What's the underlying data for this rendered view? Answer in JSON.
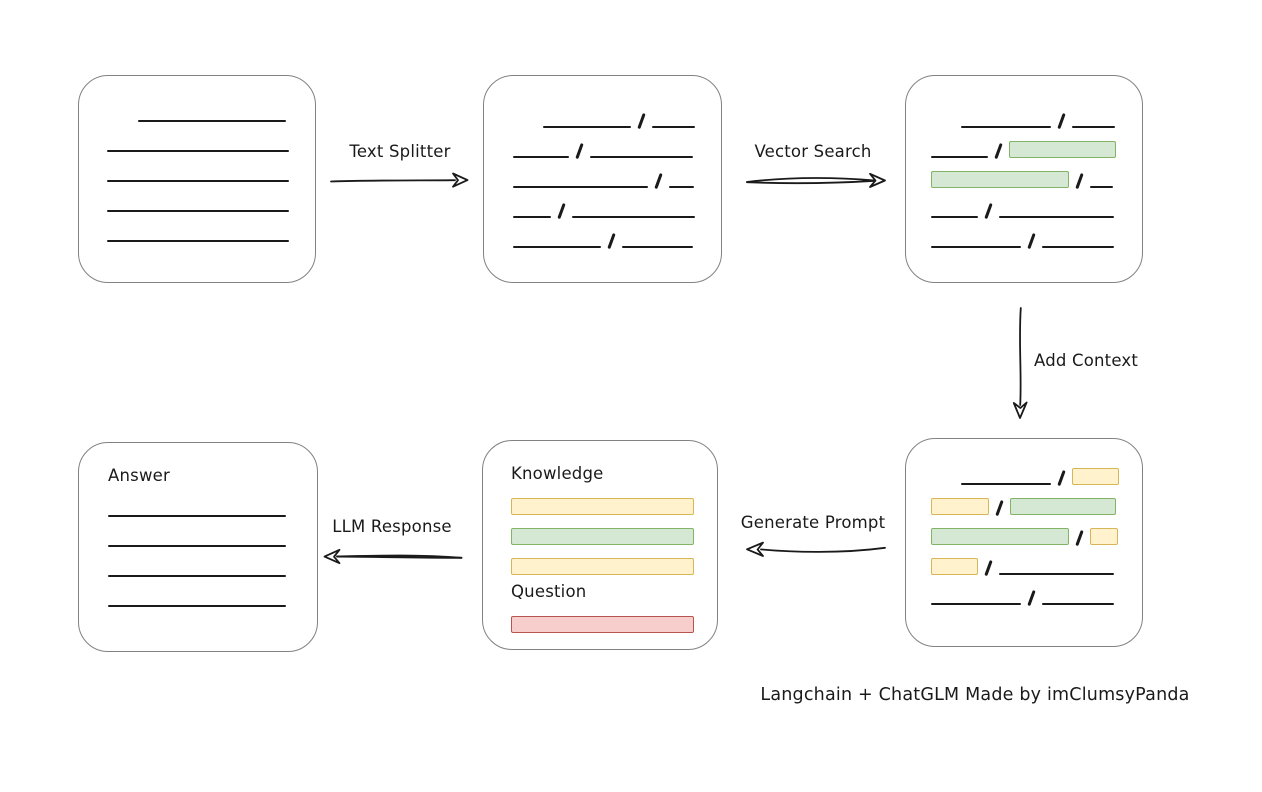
{
  "diagram": {
    "caption": "Langchain + ChatGLM Made by imClumsyPanda",
    "arrows": {
      "text_splitter": "Text Splitter",
      "vector_search": "Vector Search",
      "add_context": "Add Context",
      "generate_prompt": "Generate Prompt",
      "llm_response": "LLM Response"
    },
    "colors": {
      "line": "#1a1a1a",
      "box_border": "#828282",
      "green_fill": "#d5e8d4",
      "green_border": "#82b366",
      "yellow_fill": "#fff2cc",
      "yellow_border": "#d6b656",
      "red_fill": "#f8cecc",
      "red_border": "#b85450"
    }
  },
  "boxes": {
    "document": {
      "rows": [
        {
          "indent": 31,
          "segs": [
            {
              "t": "line",
              "w": 148
            }
          ]
        },
        {
          "segs": [
            {
              "t": "line",
              "w": 182
            }
          ]
        },
        {
          "segs": [
            {
              "t": "line",
              "w": 182
            }
          ]
        },
        {
          "segs": [
            {
              "t": "line",
              "w": 182
            }
          ]
        },
        {
          "segs": [
            {
              "t": "line",
              "w": 182
            }
          ]
        }
      ]
    },
    "split_chunks": {
      "rows": [
        {
          "indent": 30,
          "segs": [
            {
              "t": "line",
              "w": 88
            },
            {
              "t": "slash"
            },
            {
              "t": "line",
              "w": 43
            }
          ]
        },
        {
          "segs": [
            {
              "t": "line",
              "w": 56
            },
            {
              "t": "slash"
            },
            {
              "t": "line",
              "w": 103
            }
          ]
        },
        {
          "segs": [
            {
              "t": "line",
              "w": 135
            },
            {
              "t": "slash"
            },
            {
              "t": "line",
              "w": 25
            }
          ]
        },
        {
          "segs": [
            {
              "t": "line",
              "w": 38
            },
            {
              "t": "slash"
            },
            {
              "t": "line",
              "w": 123
            }
          ]
        },
        {
          "segs": [
            {
              "t": "line",
              "w": 88
            },
            {
              "t": "slash"
            },
            {
              "t": "line",
              "w": 71
            }
          ]
        }
      ]
    },
    "matched_chunks": {
      "rows": [
        {
          "indent": 30,
          "segs": [
            {
              "t": "line",
              "w": 90
            },
            {
              "t": "slash"
            },
            {
              "t": "line",
              "w": 43
            }
          ]
        },
        {
          "segs": [
            {
              "t": "line",
              "w": 57
            },
            {
              "t": "slash"
            },
            {
              "t": "green",
              "w": 107
            }
          ]
        },
        {
          "segs": [
            {
              "t": "green",
              "w": 138
            },
            {
              "t": "slash"
            },
            {
              "t": "line",
              "w": 23
            }
          ]
        },
        {
          "segs": [
            {
              "t": "line",
              "w": 47
            },
            {
              "t": "slash"
            },
            {
              "t": "line",
              "w": 115
            }
          ]
        },
        {
          "segs": [
            {
              "t": "line",
              "w": 90
            },
            {
              "t": "slash"
            },
            {
              "t": "line",
              "w": 72
            }
          ]
        }
      ]
    },
    "context_chunks": {
      "rows": [
        {
          "indent": 30,
          "segs": [
            {
              "t": "line",
              "w": 90
            },
            {
              "t": "slash"
            },
            {
              "t": "yellow",
              "w": 47
            }
          ]
        },
        {
          "segs": [
            {
              "t": "yellow",
              "w": 58
            },
            {
              "t": "slash"
            },
            {
              "t": "green",
              "w": 106
            }
          ]
        },
        {
          "segs": [
            {
              "t": "green",
              "w": 138
            },
            {
              "t": "slash"
            },
            {
              "t": "yellow",
              "w": 28
            }
          ]
        },
        {
          "segs": [
            {
              "t": "yellow",
              "w": 47
            },
            {
              "t": "slash"
            },
            {
              "t": "line",
              "w": 115
            }
          ]
        },
        {
          "segs": [
            {
              "t": "line",
              "w": 90
            },
            {
              "t": "slash"
            },
            {
              "t": "line",
              "w": 72
            }
          ]
        }
      ]
    },
    "prompt": {
      "knowledge_label": "Knowledge",
      "question_label": "Question",
      "knowledge_bars": [
        {
          "segs": [
            {
              "t": "yellow",
              "w": 183
            }
          ]
        },
        {
          "segs": [
            {
              "t": "green",
              "w": 183
            }
          ]
        },
        {
          "segs": [
            {
              "t": "yellow",
              "w": 183
            }
          ]
        }
      ],
      "question_bars": [
        {
          "segs": [
            {
              "t": "red",
              "w": 183
            }
          ]
        }
      ]
    },
    "answer": {
      "label": "Answer",
      "lines": [
        {
          "segs": [
            {
              "t": "line",
              "w": 178
            }
          ]
        },
        {
          "segs": [
            {
              "t": "line",
              "w": 178
            }
          ]
        },
        {
          "segs": [
            {
              "t": "line",
              "w": 178
            }
          ]
        },
        {
          "segs": [
            {
              "t": "line",
              "w": 178
            }
          ]
        }
      ]
    }
  }
}
